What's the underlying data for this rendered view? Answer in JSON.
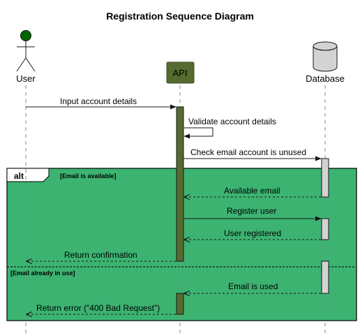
{
  "diagram": {
    "title": "Registration Sequence Diagram",
    "participants": {
      "user": "User",
      "api": "API",
      "database": "Database"
    },
    "messages": [
      "Input account details",
      "Validate account details",
      "Check email account is unused",
      "Available email",
      "Register user",
      "User registered",
      "Return confirmation",
      "Email is used",
      "Return error (\"400 Bad Request\")"
    ],
    "fragment": {
      "operator": "alt",
      "guard_1": "[Email is available]",
      "guard_2": "[Email already in use]"
    },
    "colors": {
      "fragment_fill": "#3cb371",
      "api_box": "#556b2f",
      "activation_api": "#556b2f",
      "activation_db": "#d3d3d3",
      "actor_head": "#006400"
    }
  }
}
